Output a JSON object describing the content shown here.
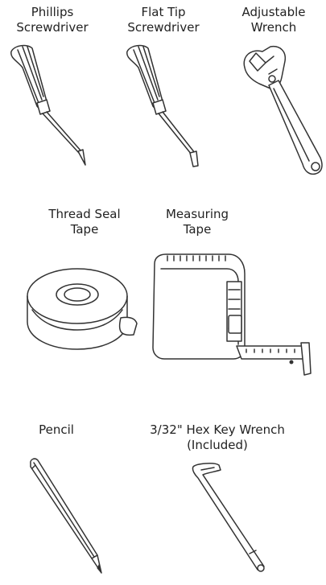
{
  "tools": {
    "phillips": {
      "line1": "Phillips",
      "line2": "Screwdriver"
    },
    "flat": {
      "line1": "Flat Tip",
      "line2": "Screwdriver"
    },
    "wrench": {
      "line1": "Adjustable",
      "line2": "Wrench"
    },
    "thread": {
      "line1": "Thread Seal",
      "line2": "Tape"
    },
    "measure": {
      "line1": "Measuring",
      "line2": "Tape"
    },
    "pencil": {
      "line1": "Pencil"
    },
    "hexkey": {
      "line1": "3/32\" Hex Key Wrench",
      "line2": "(Included)"
    }
  }
}
